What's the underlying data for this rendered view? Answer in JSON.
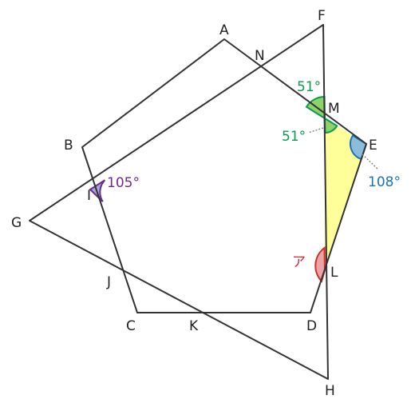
{
  "points": {
    "A": "A",
    "B": "B",
    "C": "C",
    "D": "D",
    "E": "E",
    "F": "F",
    "G": "G",
    "H": "H",
    "I": "I",
    "J": "J",
    "K": "K",
    "L": "L",
    "M": "M",
    "N": "N"
  },
  "angles": {
    "M_top": "51°",
    "M_left": "51°",
    "I": "105°",
    "E": "108°",
    "L": "ア"
  },
  "colors": {
    "green": "#0a9a4e",
    "green_fill": "#8fd16a",
    "purple": "#6a2c91",
    "purple_fill": "#a7a7d8",
    "blue": "#1a74b8",
    "blue_fill": "#8bbcd9",
    "red": "#d42a2a",
    "red_fill": "#e9a5a5",
    "triangle_fill": "#ffff99"
  }
}
